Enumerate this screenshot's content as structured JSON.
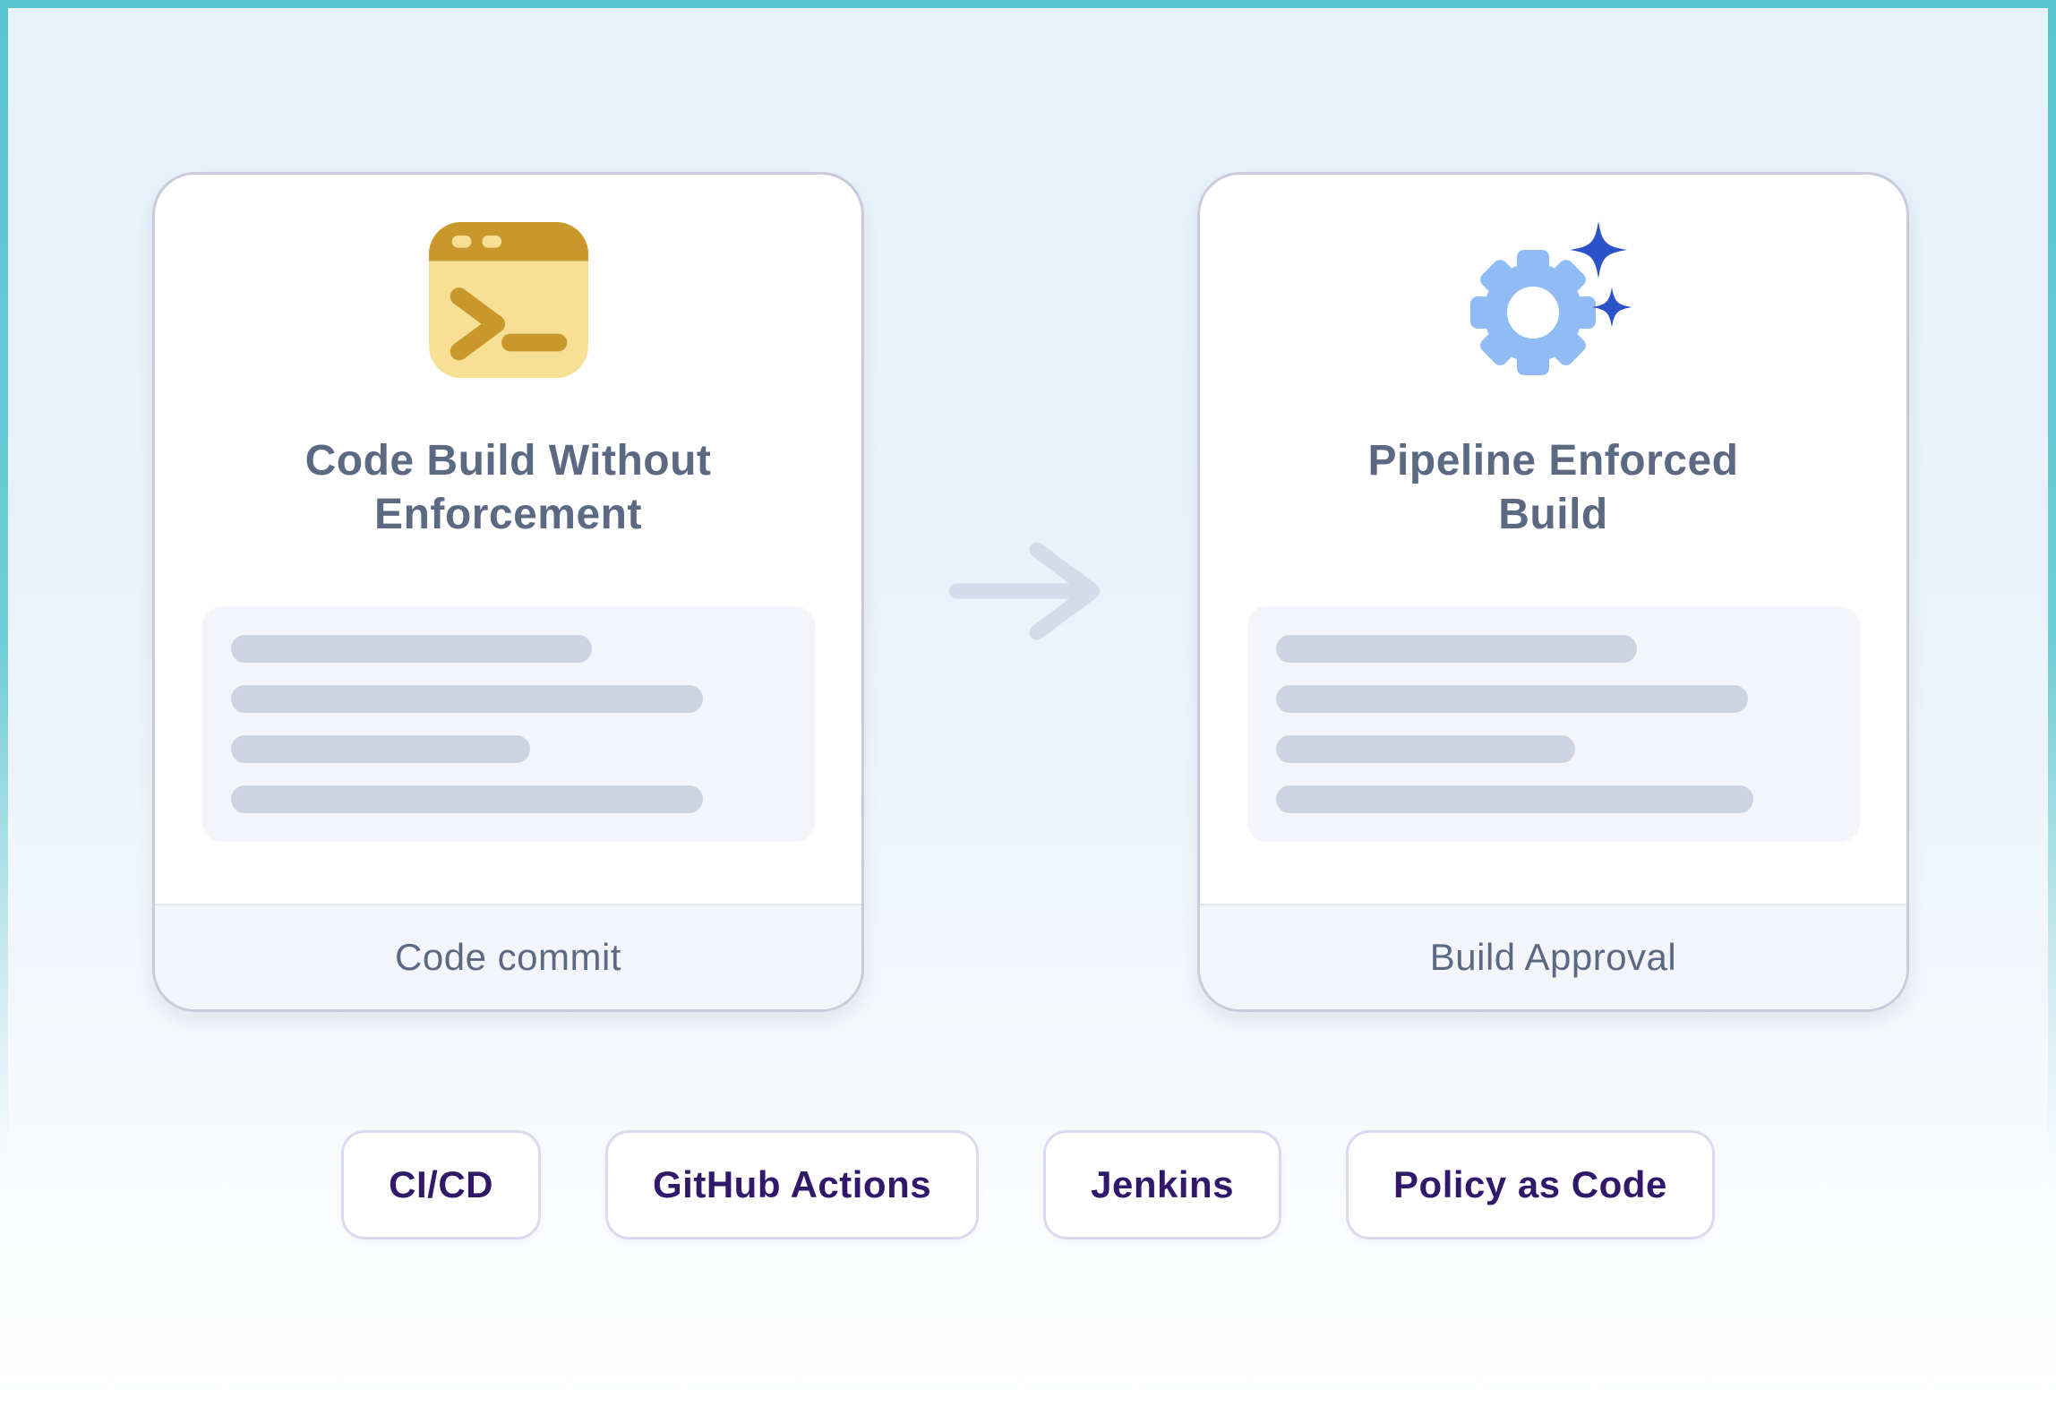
{
  "page": {
    "type": "before-after-flow-diagram",
    "accent_border_color": "#54c5cf",
    "background_top_color": "#e7f2fb",
    "background_bottom_color": "#ffffff"
  },
  "cards": [
    {
      "id": "before",
      "icon": "terminal-window-icon",
      "title": "Code Build Without Enforcement",
      "title_lines": [
        "Code Build Without",
        "Enforcement"
      ],
      "footer": "Code commit",
      "skeleton_line_widths_pct": [
        65,
        85,
        54,
        85
      ]
    },
    {
      "id": "after",
      "icon": "gear-sparkles-icon",
      "title": "Pipeline Enforced Build",
      "title_lines": [
        "Pipeline Enforced",
        "Build"
      ],
      "footer": "Build Approval",
      "skeleton_line_widths_pct": [
        65,
        85,
        54,
        86
      ]
    }
  ],
  "arrow": {
    "direction": "right",
    "color": "#d4dcea"
  },
  "tags": [
    {
      "label": "CI/CD"
    },
    {
      "label": "GitHub Actions"
    },
    {
      "label": "Jenkins"
    },
    {
      "label": "Policy as Code"
    }
  ],
  "colors": {
    "card_border": "#c9cbdc",
    "card_title_text": "#5b6983",
    "footer_text": "#5b6983",
    "footer_background": "#f4f5fb",
    "skeleton_panel": "#f3f5fa",
    "skeleton_bar": "#ced3e3",
    "tag_text": "#31186b",
    "tag_border": "#dcd9ef",
    "terminal_icon_dark_gold": "#c8982c",
    "terminal_icon_light_gold": "#f7df94",
    "gear_icon_light_blue": "#90bbf4",
    "sparkle_dark_blue": "#2b52c8"
  }
}
